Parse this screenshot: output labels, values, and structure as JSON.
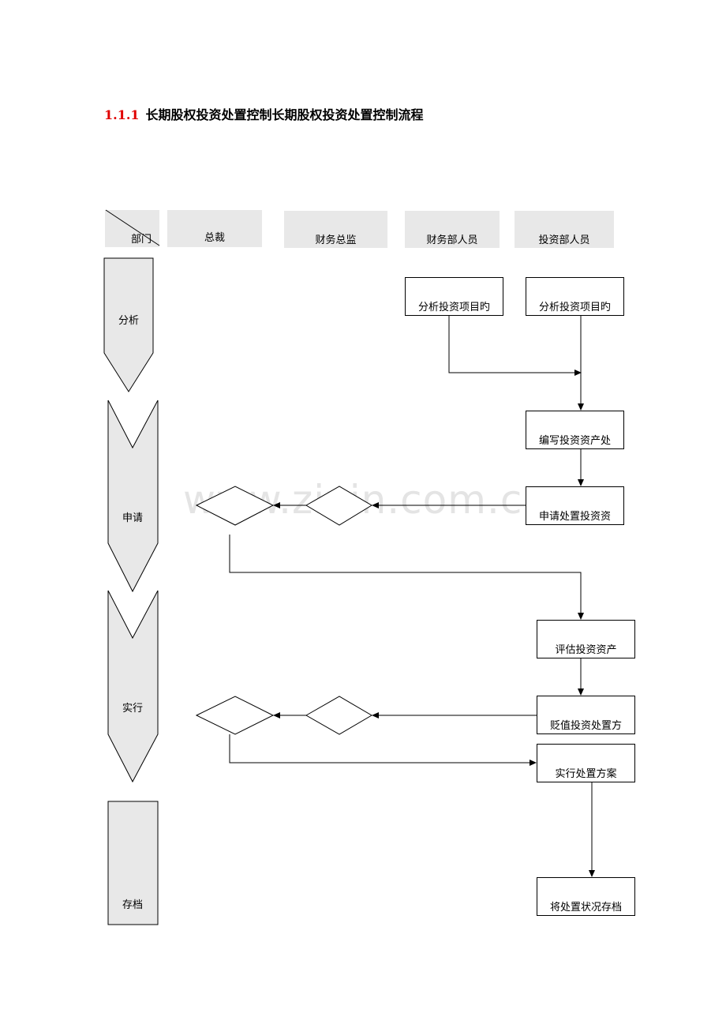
{
  "title": {
    "number": "1.1.1",
    "text": "长期股权投资处置控制长期股权投资处置控制流程"
  },
  "header": {
    "corner_label": "部门",
    "columns": [
      "总裁",
      "财务总监",
      "财务部人员",
      "投资部人员"
    ]
  },
  "phases": [
    "分析",
    "申请",
    "实行",
    "存档"
  ],
  "boxes": {
    "finance_analyze": "分析投资项目旳",
    "invest_analyze": "分析投资项目旳",
    "compile": "编写投资资产处",
    "apply": "申请处置投资资",
    "evaluate": "评估投资资产",
    "impairment": "贬值投资处置方",
    "execute": "实行处置方案",
    "archive": "将处置状况存档"
  },
  "watermark": "www.zixin.com.cn"
}
